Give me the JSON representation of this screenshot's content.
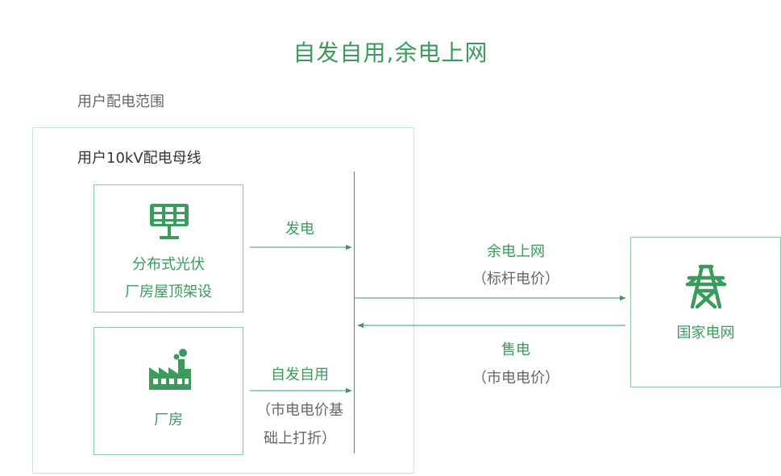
{
  "title": "自发自用,余电上网",
  "scope_label": "用户配电范围",
  "bus_label": "用户10kV配电母线",
  "pv_node": {
    "icon": "solar-panel-icon",
    "line1": "分布式光伏",
    "line2": "厂房屋顶架设"
  },
  "factory_node": {
    "icon": "factory-icon",
    "label": "厂房"
  },
  "grid_node": {
    "icon": "transmission-tower-icon",
    "label": "国家电网"
  },
  "flows": {
    "generate": {
      "label": "发电"
    },
    "self_use": {
      "label": "自发自用",
      "note_line1": "（市电电价基",
      "note_line2": "础上打折）"
    },
    "surplus": {
      "label": "余电上网",
      "note": "（标杆电价）"
    },
    "sell": {
      "label": "售电",
      "note": "（市电电价）"
    }
  },
  "colors": {
    "accent": "#3a9b5c",
    "box_border": "#8fcaa4",
    "scope_border": "#c9e6d3",
    "text_grey": "#666666"
  }
}
